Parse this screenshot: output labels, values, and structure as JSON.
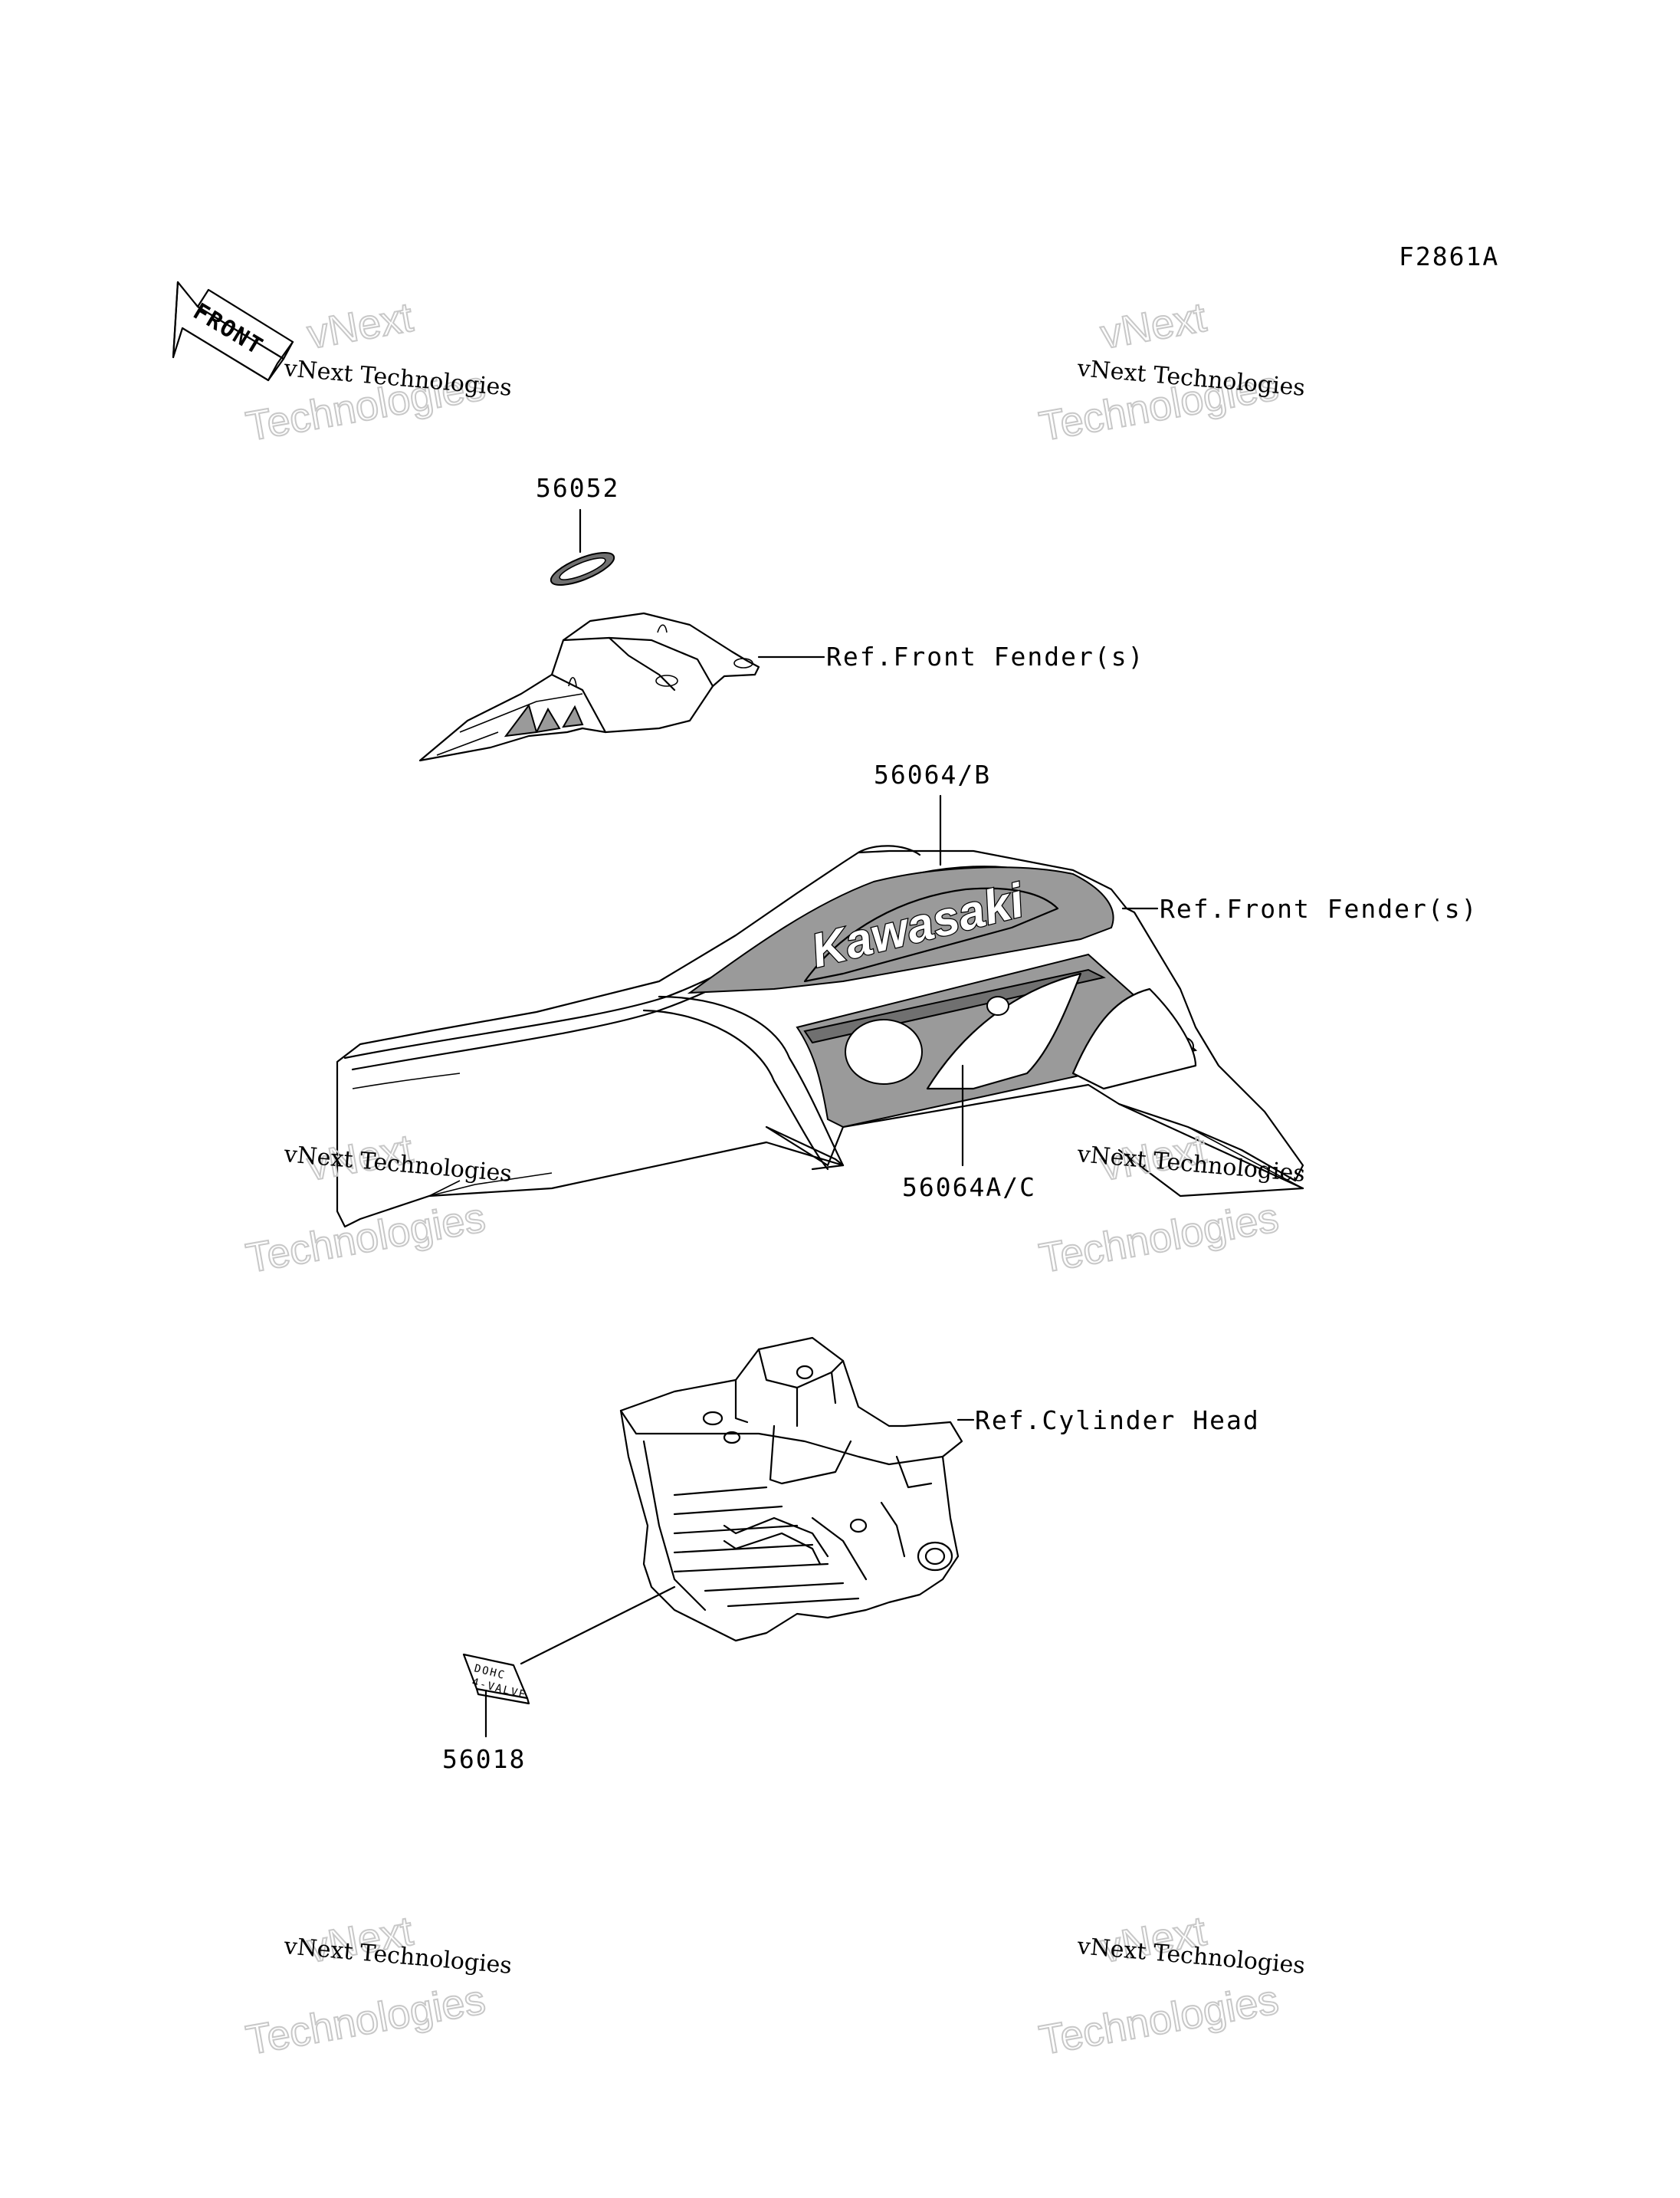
{
  "figure_code": "F2861A",
  "front_arrow": {
    "label": "FRONT"
  },
  "brand_logo": "Kawasaki",
  "parts": [
    {
      "number": "56052"
    },
    {
      "number": "56064/B"
    },
    {
      "number": "56064A/C"
    },
    {
      "number": "56018"
    }
  ],
  "references": [
    {
      "text": "Ref.Front Fender(s)"
    },
    {
      "text": "Ref.Front Fender(s)"
    },
    {
      "text": "Ref.Cylinder Head"
    }
  ],
  "valve_label": {
    "line1": "DOHC",
    "line2": "4-VALVE"
  },
  "watermarks": {
    "small": "vNext Technologies",
    "big_line1": "vNext",
    "big_line2": "Technologies"
  },
  "colors": {
    "ink": "#000000",
    "decal_shade": "#9a9a9a",
    "watermark": "#c8c8c8"
  }
}
